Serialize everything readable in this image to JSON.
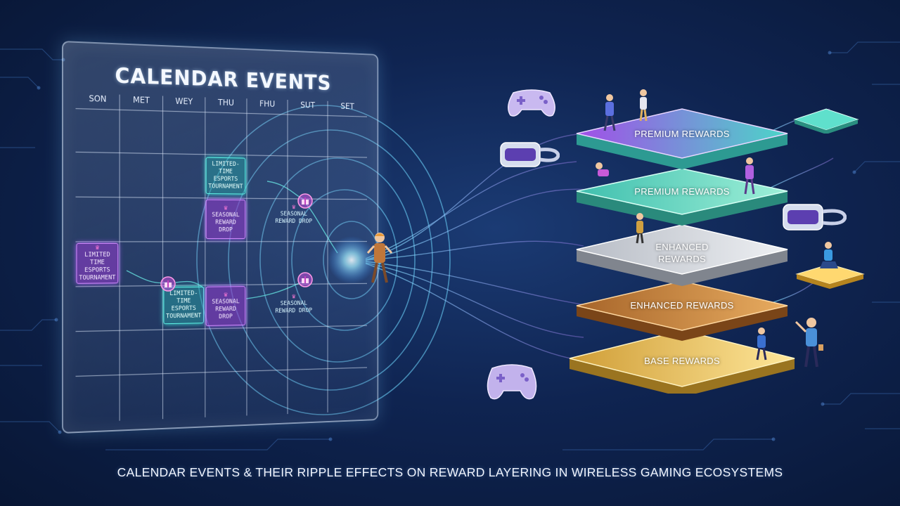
{
  "calendar": {
    "title": "CALENDAR EVENTS",
    "days": [
      "SON",
      "MET",
      "WEY",
      "THU",
      "FHU",
      "SUT",
      "SET"
    ],
    "events": [
      {
        "lines": [
          "LIMITED-TIME",
          "ESPORTS",
          "TOURNAMENT"
        ],
        "style": "teal"
      },
      {
        "lines": [
          "SEASONAL",
          "REWARD DROP"
        ],
        "style": "purple"
      },
      {
        "lines": [
          "SEASONAL",
          "REWARD DROP"
        ],
        "style": "plain"
      },
      {
        "lines": [
          "LIMITED TIME",
          "ESPORTS",
          "TOURNAMENT"
        ],
        "style": "purple"
      },
      {
        "lines": [
          "LIMITED-TIME",
          "ESPORTS",
          "TOURNAMENT"
        ],
        "style": "teal"
      },
      {
        "lines": [
          "SEASONAL",
          "REWARD DROP"
        ],
        "style": "purple"
      },
      {
        "lines": [
          "SEASONAL",
          "REWARD DROP"
        ],
        "style": "plain"
      }
    ]
  },
  "reward_layers": [
    {
      "label": "PREMIUM REWARDS",
      "color_top": "#9b4de8",
      "color_bottom": "#3fd1c4"
    },
    {
      "label": "PREMIUM REWARDS",
      "color_top": "#44c9b4",
      "color_bottom": "#8fe8c8"
    },
    {
      "label": "ENHANCED REWARDS",
      "color_top": "#b9bec6",
      "color_bottom": "#e6e9ee"
    },
    {
      "label": "ENHANCED REWARDS",
      "color_top": "#b5702e",
      "color_bottom": "#e5a75a"
    },
    {
      "label": "BASE REWARDS",
      "color_top": "#d6a53a",
      "color_bottom": "#ffe08a"
    }
  ],
  "icons": [
    "gamepad-icon",
    "vr-headset-icon",
    "trophy-icon",
    "gift-icon"
  ],
  "caption": "CALENDAR EVENTS & THEIR RIPPLE EFFECTS ON REWARD LAYERING IN WIRELESS GAMING ECOSYSTEMS"
}
